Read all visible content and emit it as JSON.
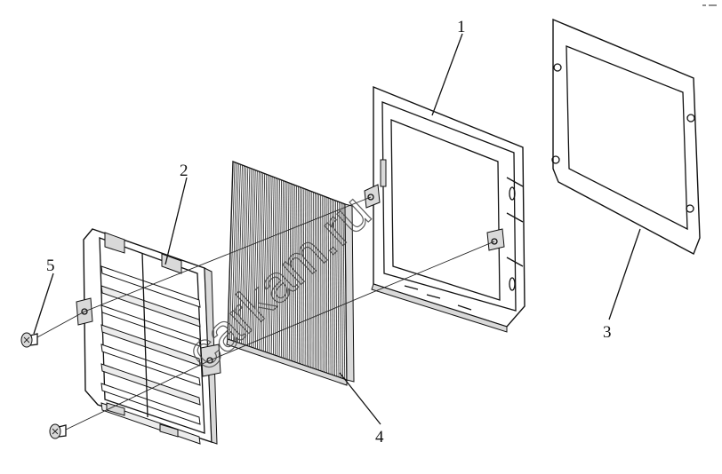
{
  "callouts": {
    "c1": "1",
    "c2": "2",
    "c3": "3",
    "c4": "4",
    "c5": "5"
  },
  "watermark": "carkam.ru",
  "colors": {
    "line": "#111111",
    "background": "#ffffff",
    "shade": "#d9d9d9"
  }
}
